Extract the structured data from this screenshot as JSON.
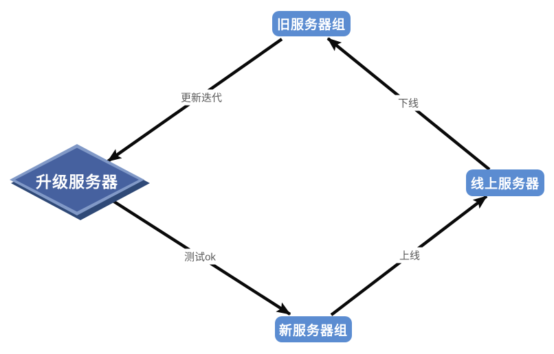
{
  "diagram": {
    "type": "flowchart-cycle",
    "background": "#ffffff"
  },
  "nodes": {
    "old_server_group": {
      "label": "旧服务器组",
      "shape": "rounded-rectangle",
      "fill": "#5b8cd1",
      "text_color": "#ffffff"
    },
    "upgrade_server": {
      "label": "升级服务器",
      "shape": "diamond",
      "fill": "#46619f",
      "border_highlight": "#8199c7",
      "border_shadow": "#2f4977",
      "text_color": "#ffffff"
    },
    "new_server_group": {
      "label": "新服务器组",
      "shape": "rounded-rectangle",
      "fill": "#5b8cd1",
      "text_color": "#ffffff"
    },
    "online_server": {
      "label": "线上服务器",
      "shape": "rounded-rectangle",
      "fill": "#5b8cd1",
      "text_color": "#ffffff"
    }
  },
  "edges": [
    {
      "from": "old_server_group",
      "to": "upgrade_server",
      "label": "更新迭代"
    },
    {
      "from": "upgrade_server",
      "to": "new_server_group",
      "label": "测试ok"
    },
    {
      "from": "new_server_group",
      "to": "online_server",
      "label": "上线"
    },
    {
      "from": "online_server",
      "to": "old_server_group",
      "label": "下线"
    }
  ],
  "styles": {
    "arrow_color": "#0a0a0a",
    "edge_label_color": "#595959"
  }
}
